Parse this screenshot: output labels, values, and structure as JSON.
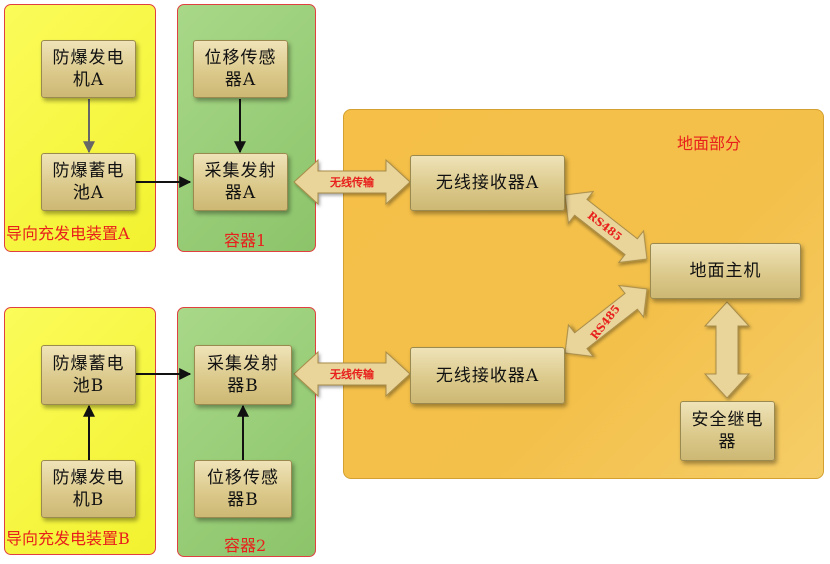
{
  "groups": {
    "deviceA": "导向充发电装置A",
    "containerA": "容器1",
    "deviceB": "导向充发电装置B",
    "containerB": "容器2",
    "ground": "地面部分"
  },
  "blocks": {
    "generatorA": "防爆发电机A",
    "batteryA": "防爆蓄电池A",
    "sensorA": "位移传感器A",
    "transmitterA": "采集发射器A",
    "batteryB": "防爆蓄电池B",
    "generatorB": "防爆发电机B",
    "transmitterB": "采集发射器B",
    "sensorB": "位移传感器B",
    "receiverTop": "无线接收器A",
    "receiverBottom": "无线接收器A",
    "host": "地面主机",
    "relay": "安全继电器"
  },
  "links": {
    "wirelessTop": "无线传输",
    "wirelessBottom": "无线传输",
    "rs485Top": "RS485",
    "rs485Bottom": "RS485"
  },
  "colors": {
    "device_group": "#f2f230",
    "container_group": "#8cc46a",
    "ground_group": "#f3c04a",
    "block_fill": "#dcca8c",
    "group_border": "#e04040",
    "label_red": "#e8201c",
    "arrow_fill": "#e9d49a"
  }
}
